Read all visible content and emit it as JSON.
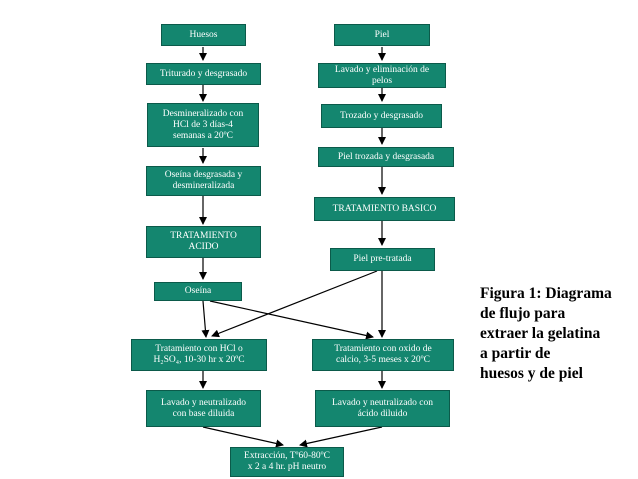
{
  "nodes": {
    "huesos": "Huesos",
    "piel": "Piel",
    "triturado": "Triturado y desgrasado",
    "lavado_eliminacion": "Lavado y eliminación de\npelos",
    "desmineralizado": "Desmineralizado con\nHCl de 3 días-4\nsemanas a 20ºC",
    "trozado": "Trozado y desgrasado",
    "piel_trozada": "Piel trozada y desgrasada",
    "oseina_desgrasada": "Oseína desgrasada  y\ndesmineralizada",
    "tratamiento_basico": "TRATAMIENTO BASICO",
    "tratamiento_acido": "TRATAMIENTO\nACIDO",
    "piel_pretratada": "Piel pre-tratada",
    "oseina": "Oseína",
    "tratamiento_hcl": "Tratamiento con HCl o\nH₂SO₄, 10-30 hr x 20ºC",
    "tratamiento_oxido": "Tratamiento con oxido de\ncalcio, 3-5 meses x 20ºC",
    "lavado_base": "Lavado y neutralizado\ncon base diluida",
    "lavado_acido": "Lavado y neutralizado con\nácido diluido",
    "extraccion": "Extracción, Tº60-80ºC\nx  2 a 4 hr. pH neutro"
  },
  "caption": "Figura 1: Diagrama\nde flujo para\n extraer la gelatina\na partir de\nhuesos y de piel",
  "colors": {
    "box_fill": "#14866f",
    "box_text": "#ffffff",
    "arrow": "#000000"
  }
}
